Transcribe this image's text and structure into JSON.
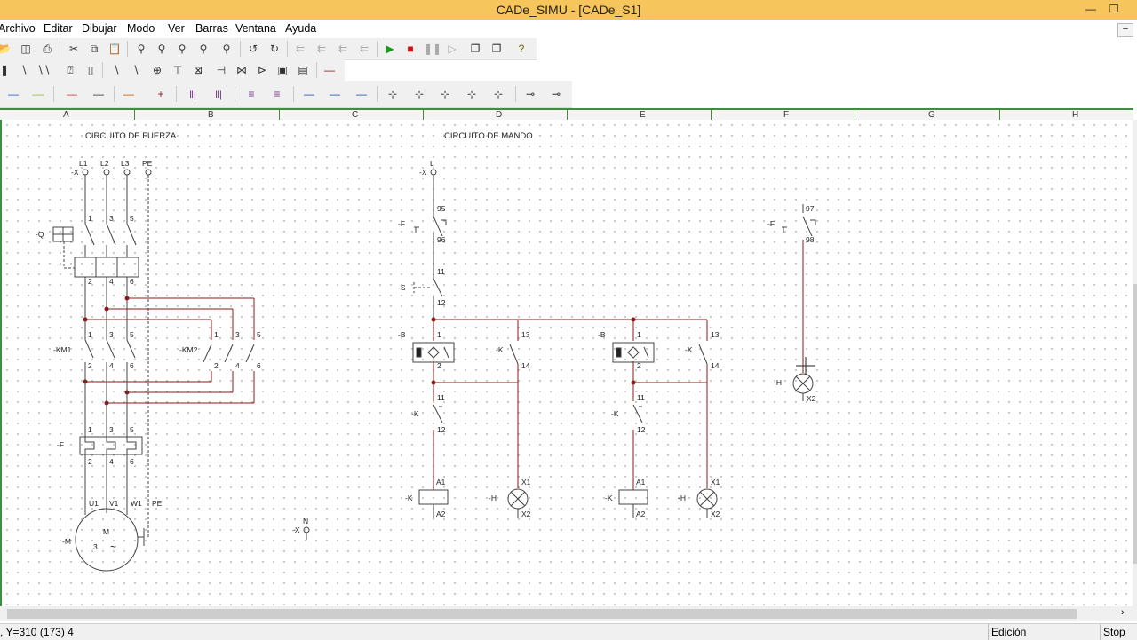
{
  "window": {
    "title": "CADe_SIMU - [CADe_S1]"
  },
  "menu": [
    "Archivo",
    "Editar",
    "Dibujar",
    "Modo",
    "Ver",
    "Barras",
    "Ventana",
    "Ayuda"
  ],
  "ruler": {
    "columns": [
      "A",
      "B",
      "C",
      "D",
      "E",
      "F",
      "G",
      "H"
    ]
  },
  "drawing": {
    "power_title": "CIRCUITO DE FUERZA",
    "control_title": "CIRCUITO DE MANDO",
    "labels": {
      "x": "-X",
      "q": "-Q",
      "km1": "-KM1",
      "km2": "-KM2",
      "f": "-F",
      "m": "-M",
      "b": "-B",
      "k": "-K",
      "h": "-H",
      "s": "-S",
      "l1": "L1",
      "l2": "L2",
      "l3": "L3",
      "pe": "PE",
      "l": "L",
      "n": "N",
      "u1": "U1",
      "v1": "V1",
      "w1": "W1",
      "motor_m": "M",
      "motor_3": "3",
      "motor_ac": "~",
      "t1": "1",
      "t2": "2",
      "t3": "3",
      "t4": "4",
      "t5": "5",
      "t6": "6",
      "t11": "11",
      "t12": "12",
      "t13": "13",
      "t14": "14",
      "t95": "95",
      "t96": "96",
      "t97": "97",
      "t98": "98",
      "a1": "A1",
      "a2": "A2",
      "x1": "X1",
      "x2": "X2"
    }
  },
  "status": {
    "coords": ", Y=310 (173) 4",
    "mode": "Edición",
    "state": "Stop"
  },
  "colors": {
    "wire": "#8b1a1a",
    "titlebar": "#f6c55b",
    "grid_border": "#3e8e3e"
  }
}
